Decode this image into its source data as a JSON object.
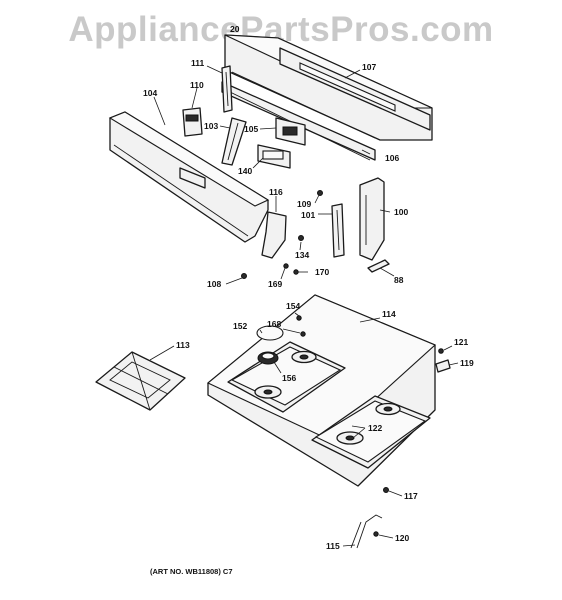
{
  "watermark": "AppliancePartsPros.com",
  "art_number": "(ART NO. WB11808) C7",
  "callouts": {
    "c20": "20",
    "c111": "111",
    "c107": "107",
    "c104": "104",
    "c110": "110",
    "c103": "103",
    "c105": "105",
    "c106": "106",
    "c140": "140",
    "c116": "116",
    "c109": "109",
    "c101": "101",
    "c100": "100",
    "c134": "134",
    "c170": "170",
    "c108": "108",
    "c169": "169",
    "c88": "88",
    "c154": "154",
    "c114": "114",
    "c152": "152",
    "c168": "168",
    "c113": "113",
    "c121": "121",
    "c119": "119",
    "c156": "156",
    "c122": "122",
    "c117": "117",
    "c120": "120",
    "c115": "115"
  }
}
